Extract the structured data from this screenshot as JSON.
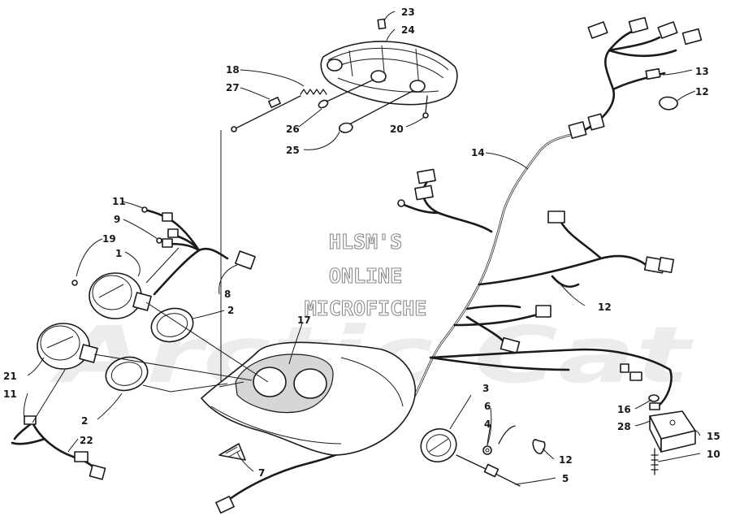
{
  "watermark": {
    "line1": "HLSM'S",
    "line2": "ONLINE",
    "line3": "MICROFICHE",
    "background_text": "Arctic Cat"
  },
  "callouts": [
    {
      "id": "23",
      "text": "23"
    },
    {
      "id": "24",
      "text": "24"
    },
    {
      "id": "18",
      "text": "18"
    },
    {
      "id": "27",
      "text": "27"
    },
    {
      "id": "26",
      "text": "26"
    },
    {
      "id": "25",
      "text": "25"
    },
    {
      "id": "20",
      "text": "20"
    },
    {
      "id": "13",
      "text": "13"
    },
    {
      "id": "12a",
      "text": "12"
    },
    {
      "id": "14",
      "text": "14"
    },
    {
      "id": "11a",
      "text": "11"
    },
    {
      "id": "9",
      "text": "9"
    },
    {
      "id": "19",
      "text": "19"
    },
    {
      "id": "1",
      "text": "1"
    },
    {
      "id": "8",
      "text": "8"
    },
    {
      "id": "2a",
      "text": "2"
    },
    {
      "id": "17",
      "text": "17"
    },
    {
      "id": "12b",
      "text": "12"
    },
    {
      "id": "21",
      "text": "21"
    },
    {
      "id": "11b",
      "text": "11"
    },
    {
      "id": "22",
      "text": "22"
    },
    {
      "id": "2b",
      "text": "2"
    },
    {
      "id": "3",
      "text": "3"
    },
    {
      "id": "6",
      "text": "6"
    },
    {
      "id": "4",
      "text": "4"
    },
    {
      "id": "12c",
      "text": "12"
    },
    {
      "id": "5",
      "text": "5"
    },
    {
      "id": "7",
      "text": "7"
    },
    {
      "id": "16",
      "text": "16"
    },
    {
      "id": "28",
      "text": "28"
    },
    {
      "id": "15",
      "text": "15"
    },
    {
      "id": "10",
      "text": "10"
    }
  ],
  "colors": {
    "ink": "#1a1a1a",
    "watermark_outline": "#8a8a8a",
    "background_watermark": "#ececec"
  }
}
